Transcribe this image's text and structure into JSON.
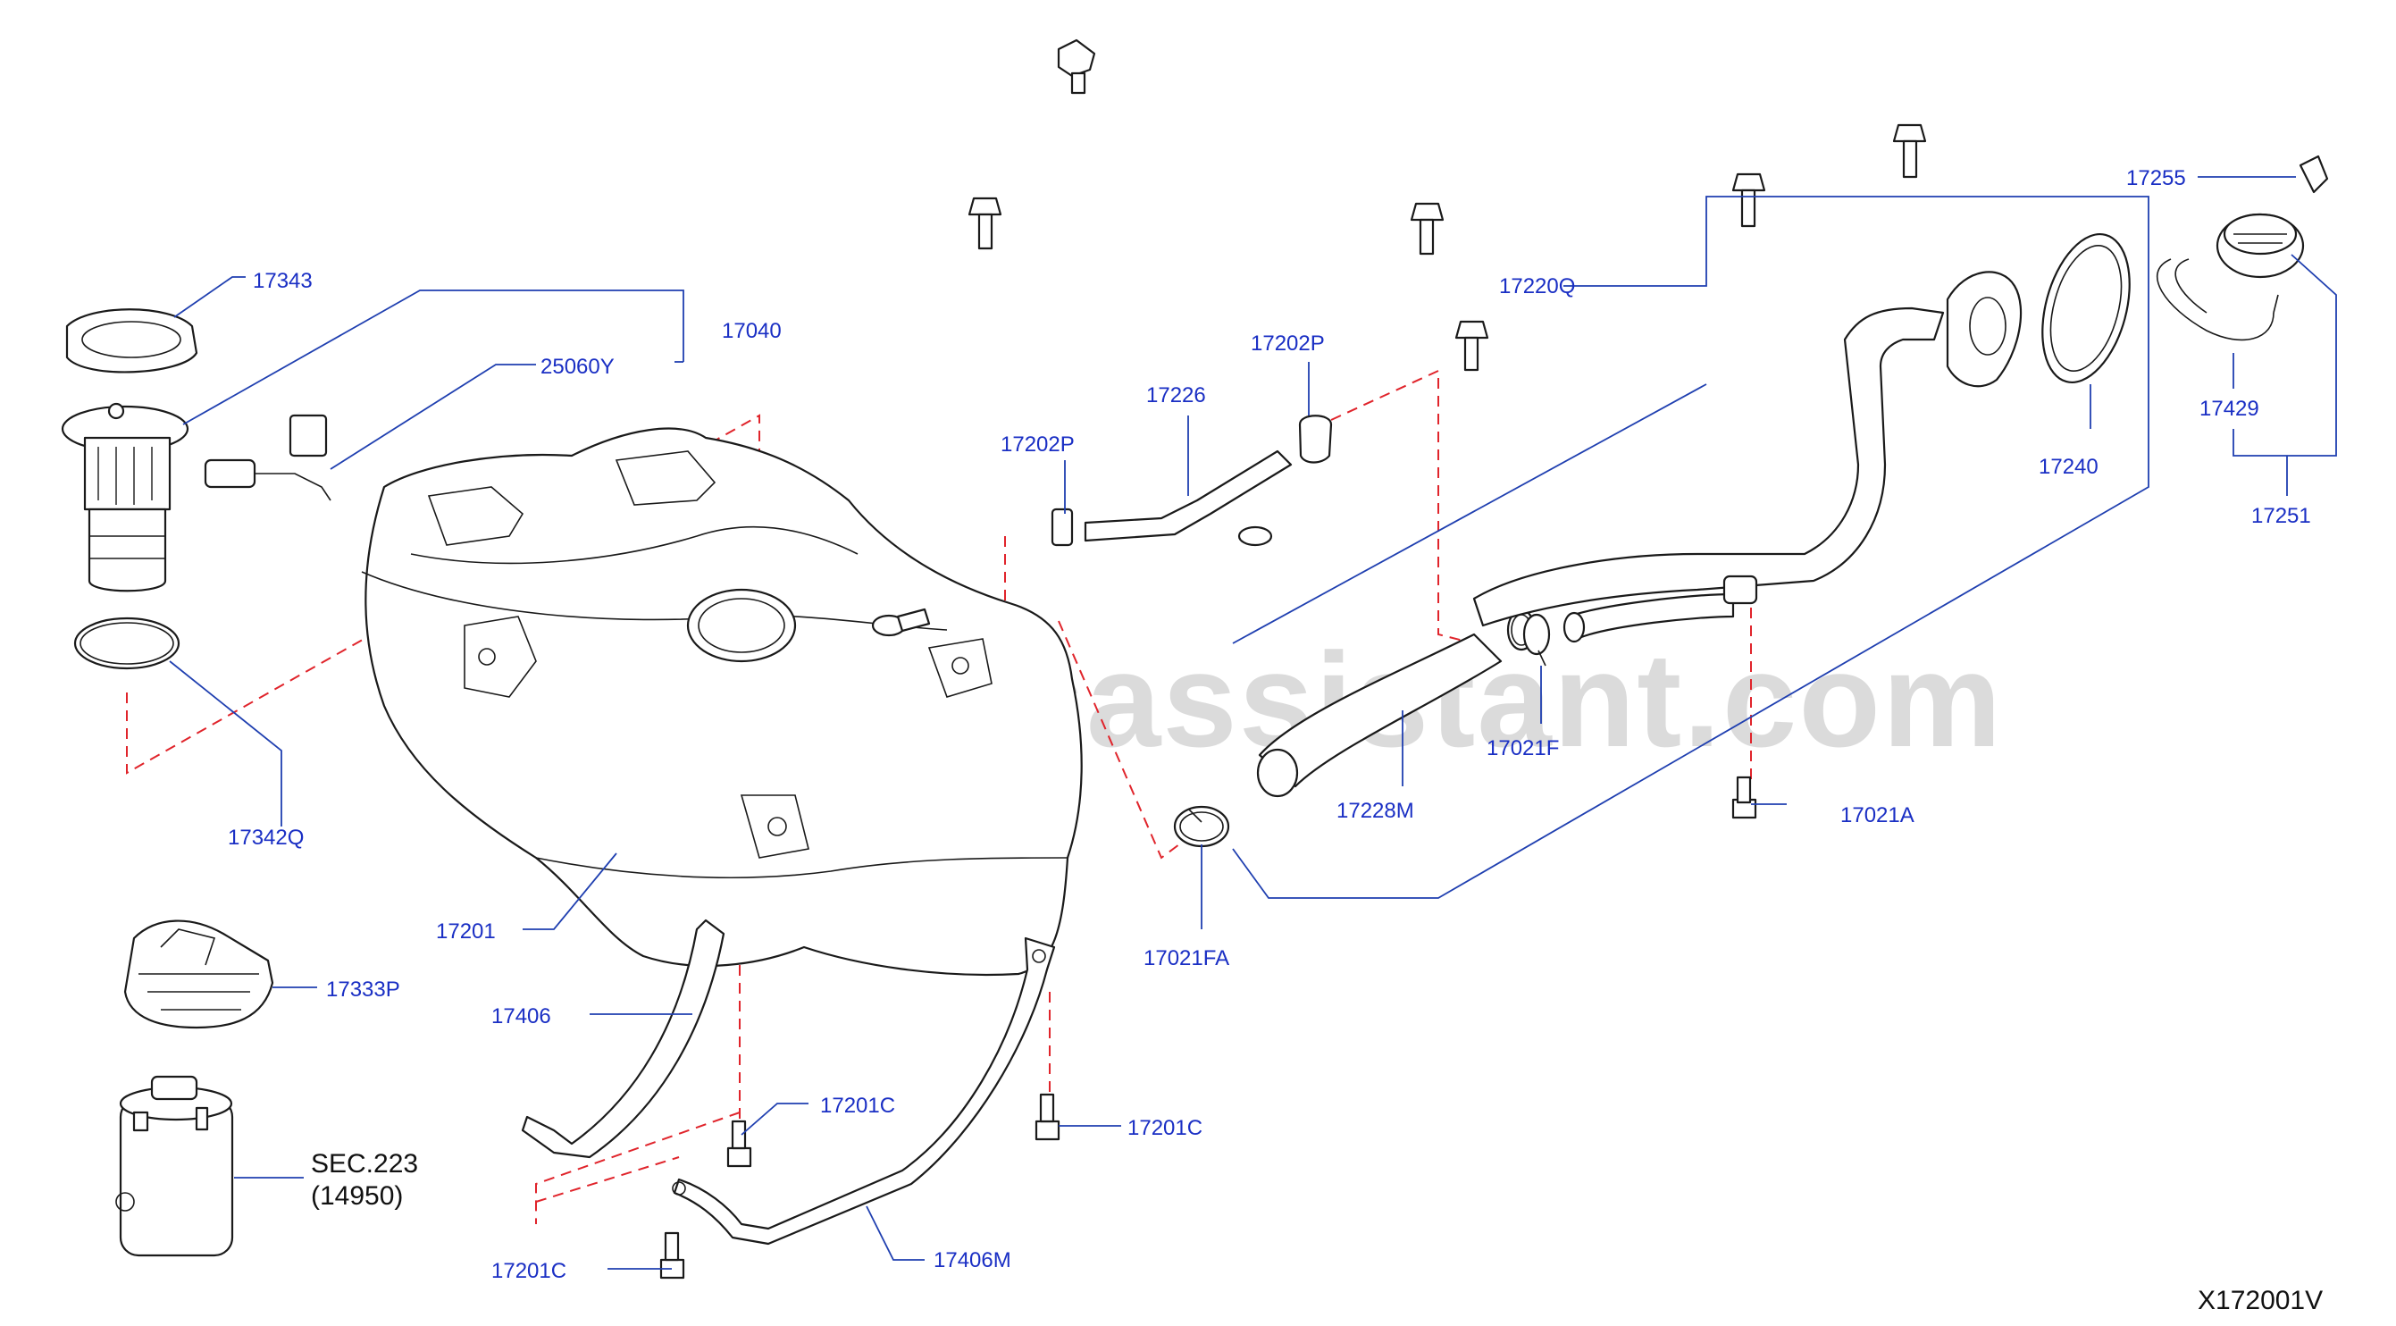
{
  "watermark": "www.partsassistant.com",
  "diagram_code": "X172001V",
  "labels": {
    "l17343": "17343",
    "l17040": "17040",
    "l25060Y": "25060Y",
    "l17342Q": "17342Q",
    "l17201": "17201",
    "l17333P": "17333P",
    "l17406": "17406",
    "l17201C_a": "17201C",
    "l17201C_b": "17201C",
    "l17201C_c": "17201C",
    "lSEC223": "SEC.223",
    "l14950": "(14950)",
    "l17406M": "17406M",
    "l17202P_a": "17202P",
    "l17202P_b": "17202P",
    "l17226": "17226",
    "l17021FA": "17021FA",
    "l17228M": "17228M",
    "l17021F": "17021F",
    "l17220Q": "17220Q",
    "l17021A": "17021A",
    "l17240": "17240",
    "l17255": "17255",
    "l17429": "17429",
    "l17251": "17251"
  },
  "colors": {
    "label": "#1a2fc4",
    "leader": "#1f3fb0",
    "dashed": "#e0242b",
    "part_line": "#1a1a1a",
    "watermark": "#d5d5d5"
  }
}
